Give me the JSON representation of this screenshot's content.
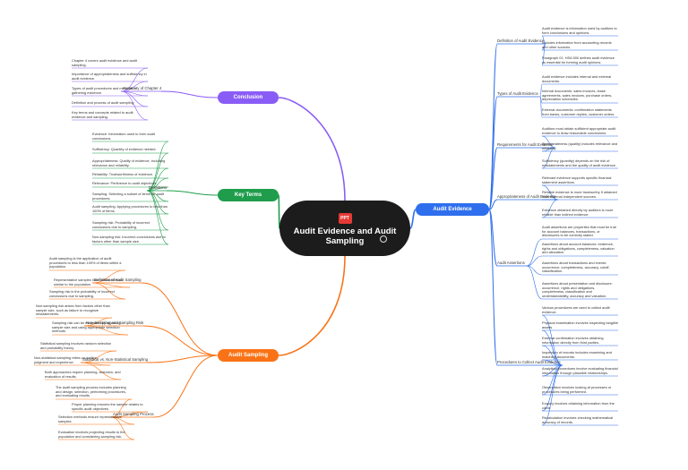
{
  "central": {
    "title": "Audit Evidence and Audit Sampling",
    "file_badge": "PPT"
  },
  "colors": {
    "evidence": "#2f6fed",
    "key_terms": "#1f9d4c",
    "conclusion": "#8a5cf6",
    "sampling": "#f97316"
  },
  "branches": {
    "evidence": {
      "label": "Audit Evidence",
      "subs": [
        {
          "label": "Definition of Audit Evidence",
          "leaves": [
            "Audit evidence is information used by auditors to form conclusions and opinions.",
            "Includes information from accounting records and other sources.",
            "Paragraph 01, HSA 500 defines audit evidence as essential for forming audit opinions."
          ]
        },
        {
          "label": "Types of Audit Evidence",
          "leaves": [
            "Audit evidence includes internal and external documents.",
            "Internal documents: sales invoices, lease agreements, sales invoices, purchase orders, depreciation schedules.",
            "External documents: confirmation statements from banks, customer replies, customer orders."
          ]
        },
        {
          "label": "Requirements for Audit Evidence",
          "leaves": [
            "Auditors must obtain sufficient appropriate audit evidence to draw reasonable conclusions.",
            "Appropriateness (quality) includes relevance and reliability.",
            "Sufficiency (quantity) depends on the risk of misstatements and the quality of audit evidence."
          ]
        },
        {
          "label": "Appropriateness of Audit Evidence",
          "leaves": [
            "Relevant evidence supports specific financial statement assertions.",
            "Reliable evidence is more trustworthy if obtained from external independent sources.",
            "Evidence obtained directly by auditors is more reliable than indirect evidence."
          ]
        },
        {
          "label": "Audit Assertions",
          "leaves": [
            "Audit assertions are properties that must be true for account balances, transactions, or disclosures to be correctly stated.",
            "Assertions about account balances: existence, rights and obligations, completeness, valuation and allocation.",
            "Assertions about transactions and events: occurrence, completeness, accuracy, cutoff, classification.",
            "Assertions about presentation and disclosure: occurrence, rights and obligations, completeness, classification and understandability, accuracy and valuation."
          ]
        },
        {
          "label": "Procedures to Collect Audit Evidence",
          "leaves": [
            "Various procedures are used to collect audit evidence.",
            "Physical examination involves inspecting tangible assets.",
            "External confirmation involves obtaining information directly from third parties.",
            "Inspection of records includes examining and matching documents.",
            "Analytical procedures involve evaluating financial information through plausible relationships.",
            "Observation involves looking at processes or procedures being performed.",
            "Enquiry involves obtaining information from the client.",
            "Recalculation involves checking mathematical accuracy of records."
          ]
        }
      ]
    },
    "key_terms": {
      "label": "Key Terms",
      "subs": [
        {
          "label": "Definitions",
          "leaves": [
            "Evidence: Information used to form audit conclusions.",
            "Sufficiency: Quantity of evidence needed.",
            "Appropriateness: Quality of evidence, including relevance and reliability.",
            "Reliability: Trustworthiness of evidence.",
            "Relevance: Pertinence to audit objectives.",
            "Sampling: Selecting a subset of items for audit procedures.",
            "Audit sampling: Applying procedures to less than 100% of items.",
            "Sampling risk: Probability of incorrect conclusions due to sampling.",
            "Non-sampling risk: Incorrect conclusions due to factors other than sample size."
          ]
        }
      ]
    },
    "conclusion": {
      "label": "Conclusion",
      "subs": [
        {
          "label": "Summary of Chapter 4",
          "leaves": [
            "Chapter 4 covers audit evidence and audit sampling.",
            "Importance of appropriateness and sufficiency in audit evidence.",
            "Types of audit procedures and methods of gathering evidence.",
            "Definition and process of audit sampling.",
            "Key terms and concepts related to audit evidence and sampling."
          ]
        }
      ]
    },
    "sampling": {
      "label": "Audit Sampling",
      "subs": [
        {
          "label": "Definition of Audit Sampling",
          "leaves": [
            "Audit sampling is the application of audit procedures to less than 100% of items within a population.",
            "Representative samples have characteristics similar to the population.",
            "Sampling risk is the probability of incorrect conclusions due to sampling."
          ]
        },
        {
          "label": "Non-Sampling and Sampling Risk",
          "leaves": [
            "Non-sampling risk arises from factors other than sample size, such as failure to recognize misstatements.",
            "Sampling risk can be minimized by adjusting sample size and using appropriate selection methods."
          ]
        },
        {
          "label": "Statistical vs. Non-Statistical Sampling",
          "leaves": [
            "Statistical sampling involves random selection and probability theory.",
            "Non-statistical sampling relies on auditor judgment and experience.",
            "Both approaches require planning, selection, and evaluation of results."
          ]
        },
        {
          "label": "Audit Sampling Process",
          "leaves": [
            "The audit sampling process includes planning and design, selection, performing procedures, and evaluating results.",
            "Proper planning ensures the sample relates to specific audit objectives.",
            "Selection methods ensure representative samples.",
            "Evaluation involves projecting results to the population and considering sampling risk."
          ]
        }
      ]
    }
  }
}
